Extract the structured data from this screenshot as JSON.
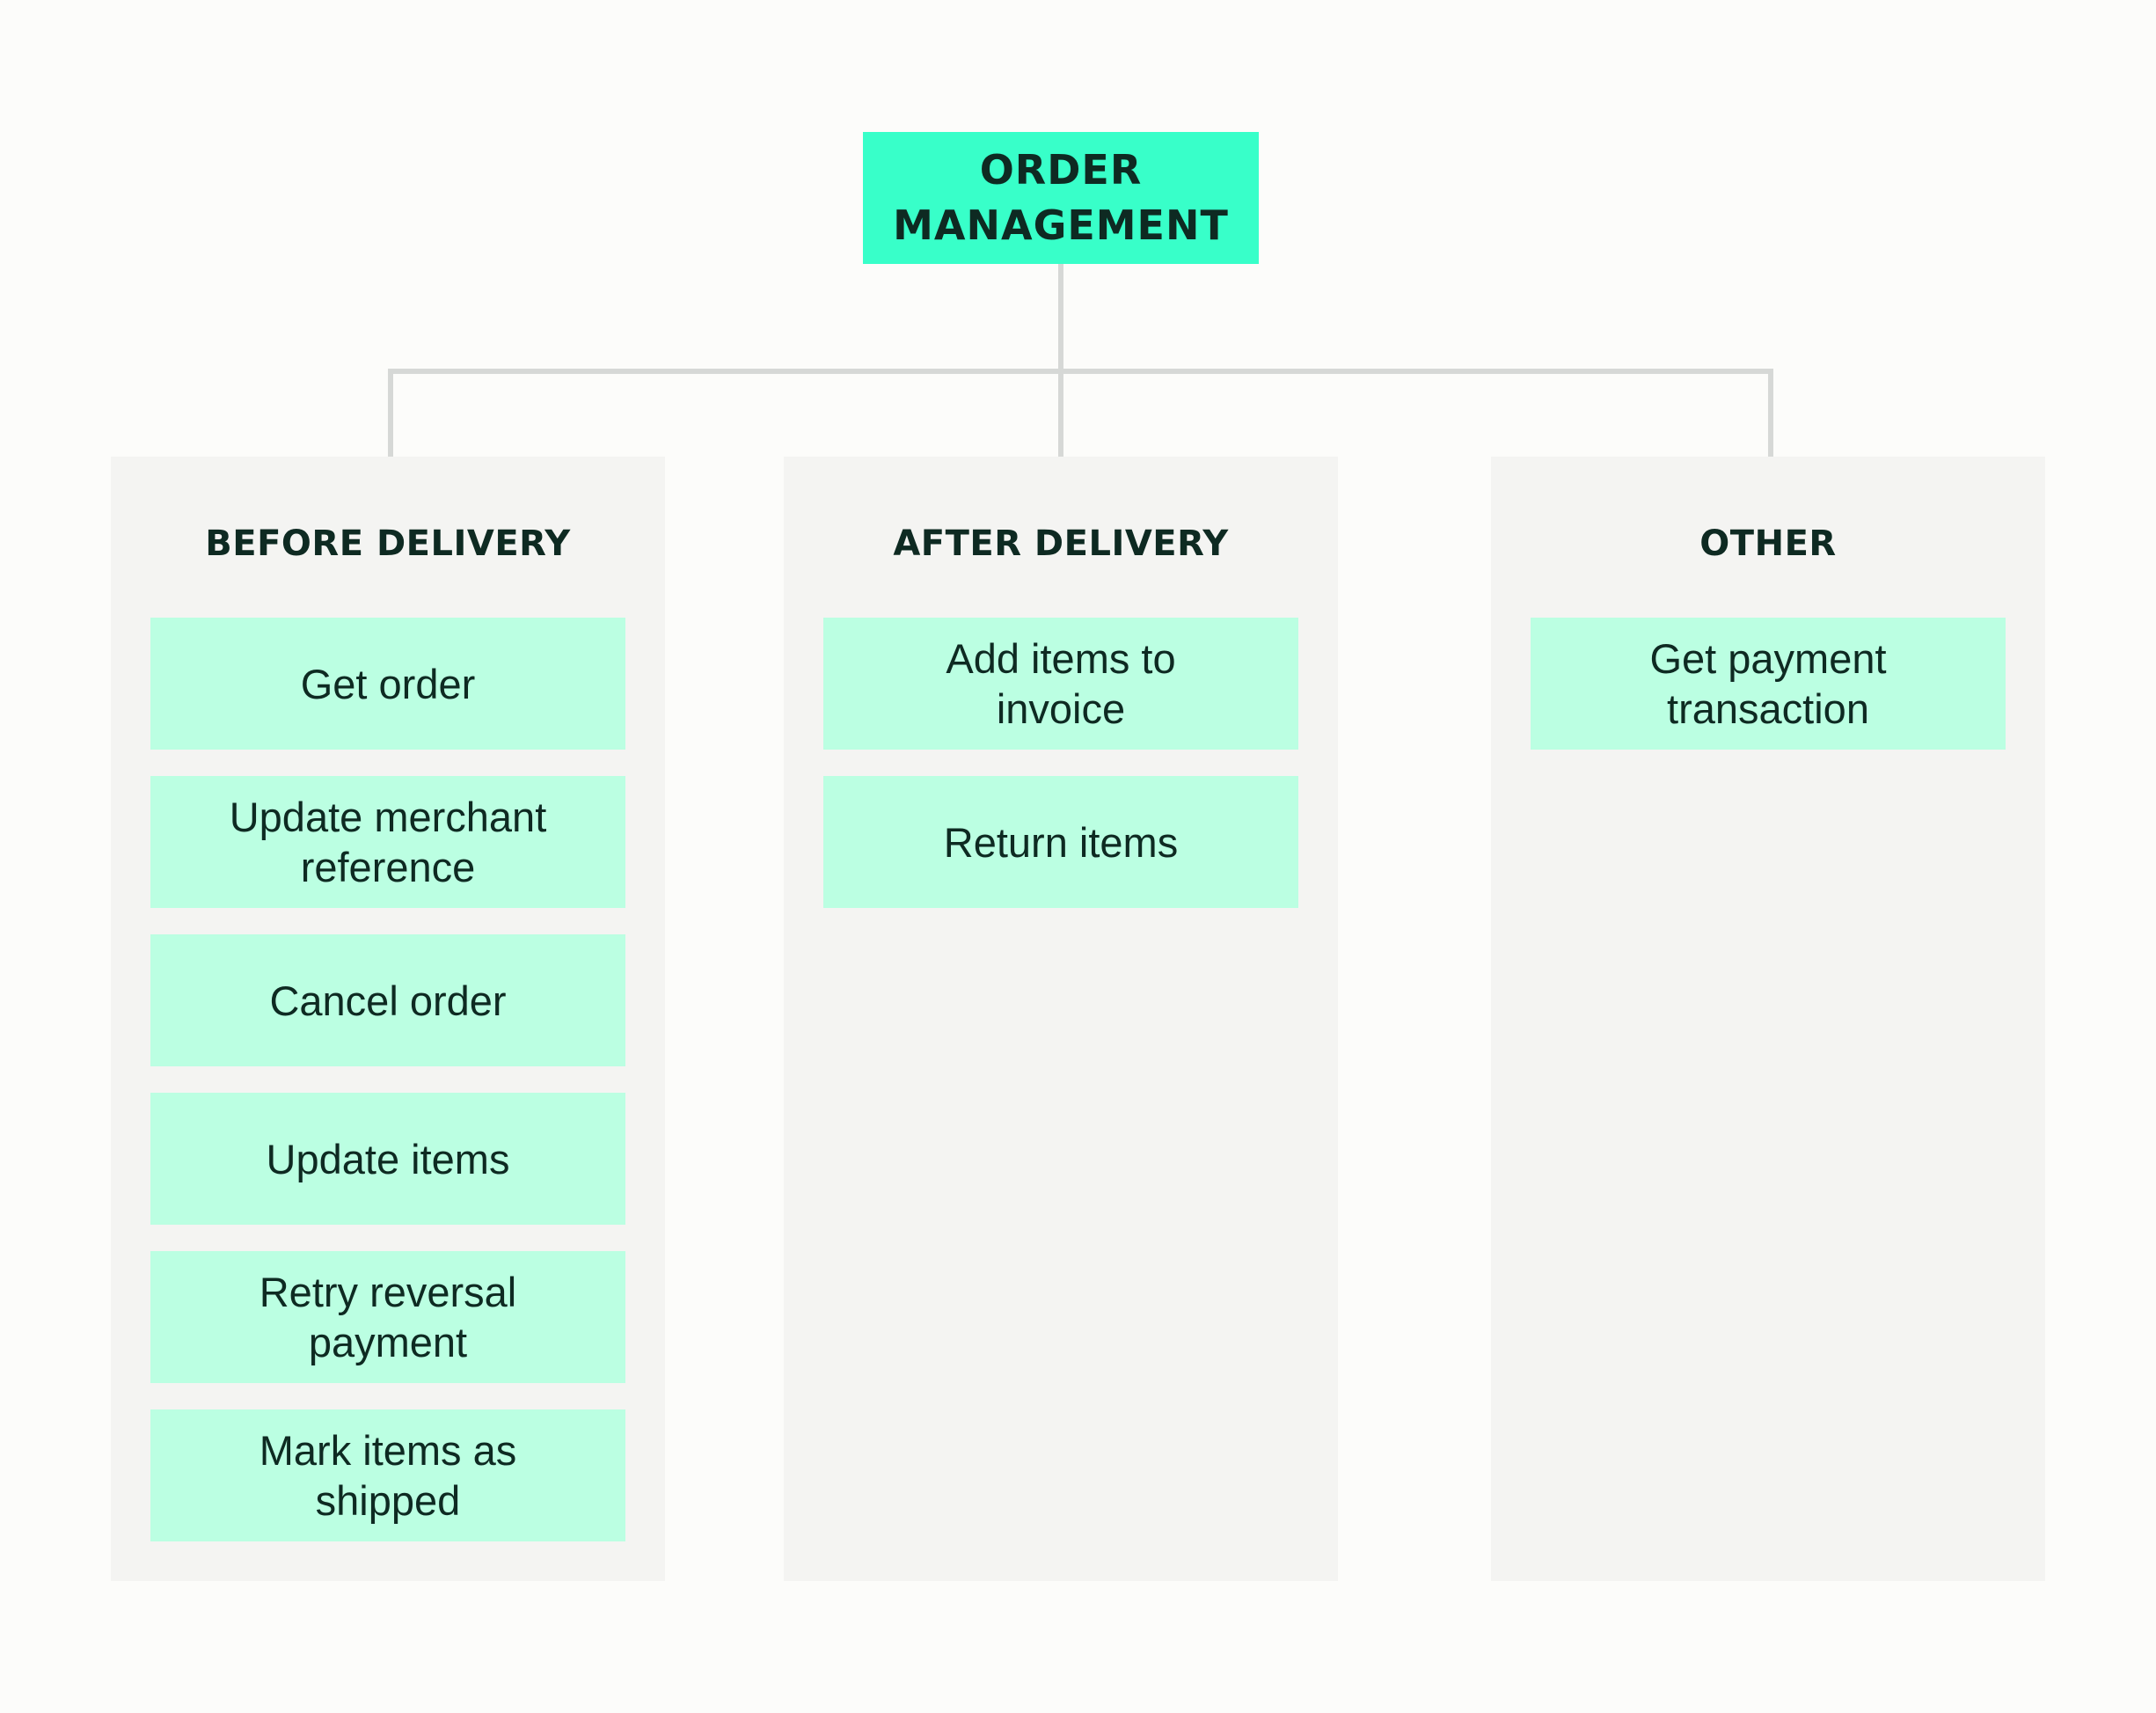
{
  "root": {
    "label": "ORDER\nMANAGEMENT"
  },
  "columns": [
    {
      "header": "BEFORE DELIVERY",
      "items": [
        "Get order",
        "Update merchant\nreference",
        "Cancel order",
        "Update items",
        "Retry reversal\npayment",
        "Mark items as\nshipped"
      ]
    },
    {
      "header": "AFTER DELIVERY",
      "items": [
        "Add items to\ninvoice",
        "Return items"
      ]
    },
    {
      "header": "OTHER",
      "items": [
        "Get payment\ntransaction"
      ]
    }
  ],
  "colors": {
    "root_fill": "#38ffc9",
    "item_fill": "#bbffe2",
    "column_fill": "#f4f4f2",
    "connector": "#d6d8d6",
    "text": "#0e2a22"
  }
}
